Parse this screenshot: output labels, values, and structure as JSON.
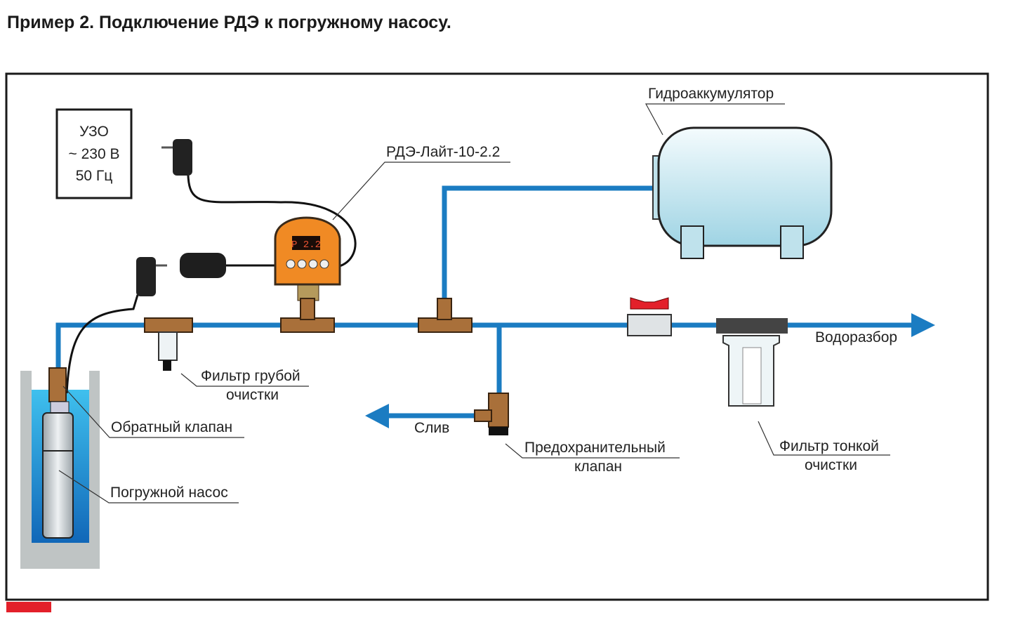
{
  "title": "Пример 2. Подключение РДЭ к погружному насосу.",
  "power_box": {
    "line1": "УЗО",
    "line2": "~ 230 В",
    "line3": "50 Гц"
  },
  "labels": {
    "accumulator": "Гидроаккумулятор",
    "pressure_switch": "РДЭ-Лайт-10-2.2",
    "coarse_filter_1": "Фильтр грубой",
    "coarse_filter_2": "очистки",
    "check_valve": "Обратный клапан",
    "pump": "Погружной насос",
    "drain": "Слив",
    "safety_valve_1": "Предохранительный",
    "safety_valve_2": "клапан",
    "fine_filter_1": "Фильтр тонкой",
    "fine_filter_2": "очистки",
    "water_outlet": "Водоразбор"
  },
  "device_display": "P 2.2",
  "colors": {
    "pipe": "#1b7cc2",
    "accent": "#e3202a",
    "device": "#f08a24",
    "tank": "#cdebf2"
  }
}
